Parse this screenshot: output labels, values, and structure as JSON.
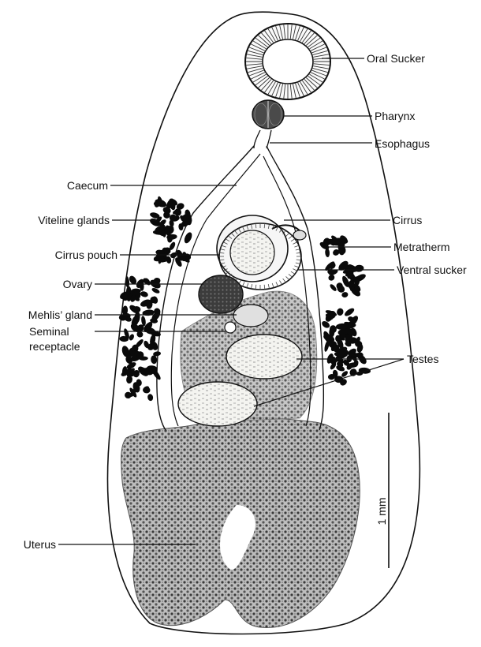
{
  "labels": {
    "oral_sucker": "Oral Sucker",
    "pharynx": "Pharynx",
    "esophagus": "Esophagus",
    "caecum": "Caecum",
    "viteline_glands": "Viteline glands",
    "cirrus": "Cirrus",
    "cirrus_pouch": "Cirrus pouch",
    "metratherm": "Metratherm",
    "ventral_sucker": "Ventral sucker",
    "ovary": "Ovary",
    "mehlis_gland": "Mehlis’ gland",
    "seminal_line1": "Seminal",
    "seminal_line2": "receptacle",
    "testes": "Testes",
    "uterus": "Uterus"
  },
  "scale_bar": {
    "label": "1 mm"
  },
  "colors": {
    "ink": "#111111",
    "vitelline": "#0a0a0a",
    "uterus": "#5a5a5a",
    "testis_fill": "#f4f4f0"
  }
}
